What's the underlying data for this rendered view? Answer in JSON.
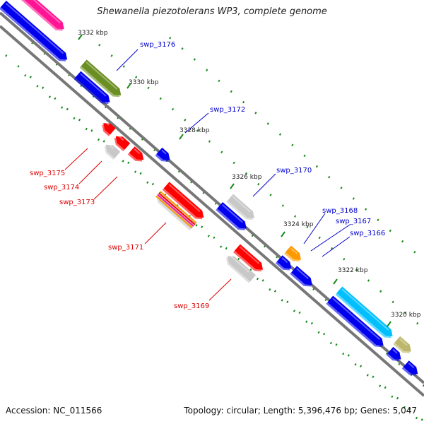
{
  "header": {
    "title": "Shewanella piezotolerans WP3, complete genome"
  },
  "footer": {
    "accession": "Accession: NC_011566",
    "summary": "Topology: circular; Length: 5,396,476 bp; Genes: 5,047"
  },
  "scale_ticks": [
    "3332 kbp",
    "3330 kbp",
    "3328 kbp",
    "3326 kbp",
    "3324 kbp",
    "3322 kbp",
    "3320 kbp"
  ],
  "gene_labels": [
    {
      "text": "swp_3176",
      "color": "#0000cc"
    },
    {
      "text": "swp_3172",
      "color": "#0000cc"
    },
    {
      "text": "swp_3170",
      "color": "#0000cc"
    },
    {
      "text": "swp_3168",
      "color": "#0000cc"
    },
    {
      "text": "swp_3167",
      "color": "#0000cc"
    },
    {
      "text": "swp_3166",
      "color": "#0000cc"
    },
    {
      "text": "swp_3175",
      "color": "#dd0000"
    },
    {
      "text": "swp_3174",
      "color": "#dd0000"
    },
    {
      "text": "swp_3173",
      "color": "#dd0000"
    },
    {
      "text": "swp_3171",
      "color": "#dd0000"
    },
    {
      "text": "swp_3169",
      "color": "#dd0000"
    }
  ],
  "colors": {
    "blue_gene": "#0000ee",
    "red_gene": "#ff0000",
    "grey_gene": "#c8c8c8",
    "olive_gene": "#6b8e23",
    "pink_gene": "#ff1493",
    "cyan_gene": "#00bfff",
    "orange_gene": "#ff9900",
    "khaki_gene": "#bdb76b",
    "tick": "#1a8a1a",
    "backbone": "#808080"
  }
}
